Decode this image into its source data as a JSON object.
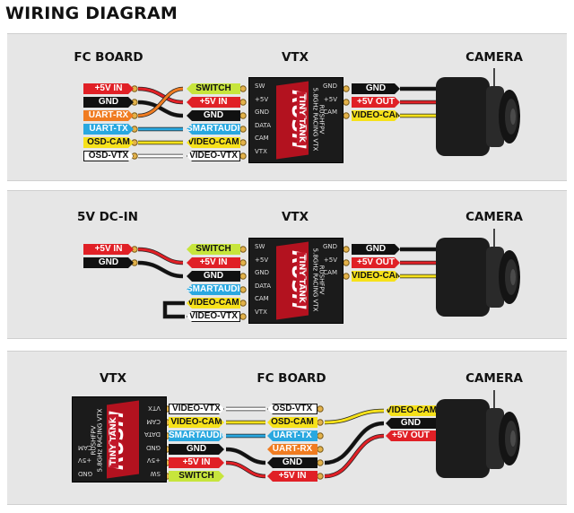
{
  "title": "WIRING DIAGRAM",
  "colors": {
    "red": "#e02026",
    "black": "#111111",
    "orange": "#f07c21",
    "blue": "#29a8e0",
    "yellow": "#f6e11a",
    "white": "#ffffff",
    "green": "#c7e53c",
    "panel": "#e6e6e6"
  },
  "panel1": {
    "left_header": "FC BOARD",
    "mid_header": "VTX",
    "right_header": "CAMERA",
    "fc_labels": [
      "+5V IN",
      "GND",
      "UART-RX",
      "UART-TX",
      "OSD-CAM",
      "OSD-VTX"
    ],
    "vtx_labels": [
      "SWITCH",
      "+5V IN",
      "GND",
      "SMARTAUDIO",
      "VIDEO-CAM",
      "VIDEO-VTX"
    ],
    "cam_labels": [
      "GND",
      "+5V OUT",
      "VIDEO-CAM"
    ]
  },
  "panel2": {
    "left_header": "5V DC-IN",
    "mid_header": "VTX",
    "right_header": "CAMERA",
    "dc_labels": [
      "+5V IN",
      "GND"
    ],
    "vtx_labels": [
      "SWITCH",
      "+5V IN",
      "GND",
      "SMARTAUDIO",
      "VIDEO-CAM",
      "VIDEO-VTX"
    ],
    "cam_labels": [
      "GND",
      "+5V OUT",
      "VIDEO-CAM"
    ]
  },
  "panel3": {
    "left_header": "VTX",
    "mid_header": "FC BOARD",
    "right_header": "CAMERA",
    "vtx_labels": [
      "VIDEO-VTX",
      "VIDEO-CAM",
      "SMARTAUDIO",
      "GND",
      "+5V IN",
      "SWITCH"
    ],
    "fc_labels": [
      "OSD-VTX",
      "OSD-CAM",
      "UART-TX",
      "UART-RX",
      "GND",
      "+5V IN"
    ],
    "cam_labels": [
      "VIDEO-CAM",
      "GND",
      "+5V OUT"
    ]
  },
  "vtx_board": {
    "brand": "RUSH",
    "model": "TINY TANK",
    "band": "5.8GHz RACING VTX",
    "maker": "RUSHFPV",
    "left_pins": [
      "SW",
      "+5V",
      "GND",
      "DATA",
      "CAM",
      "VTX"
    ],
    "right_pins": [
      "GND",
      "+5V",
      "CAM"
    ]
  }
}
